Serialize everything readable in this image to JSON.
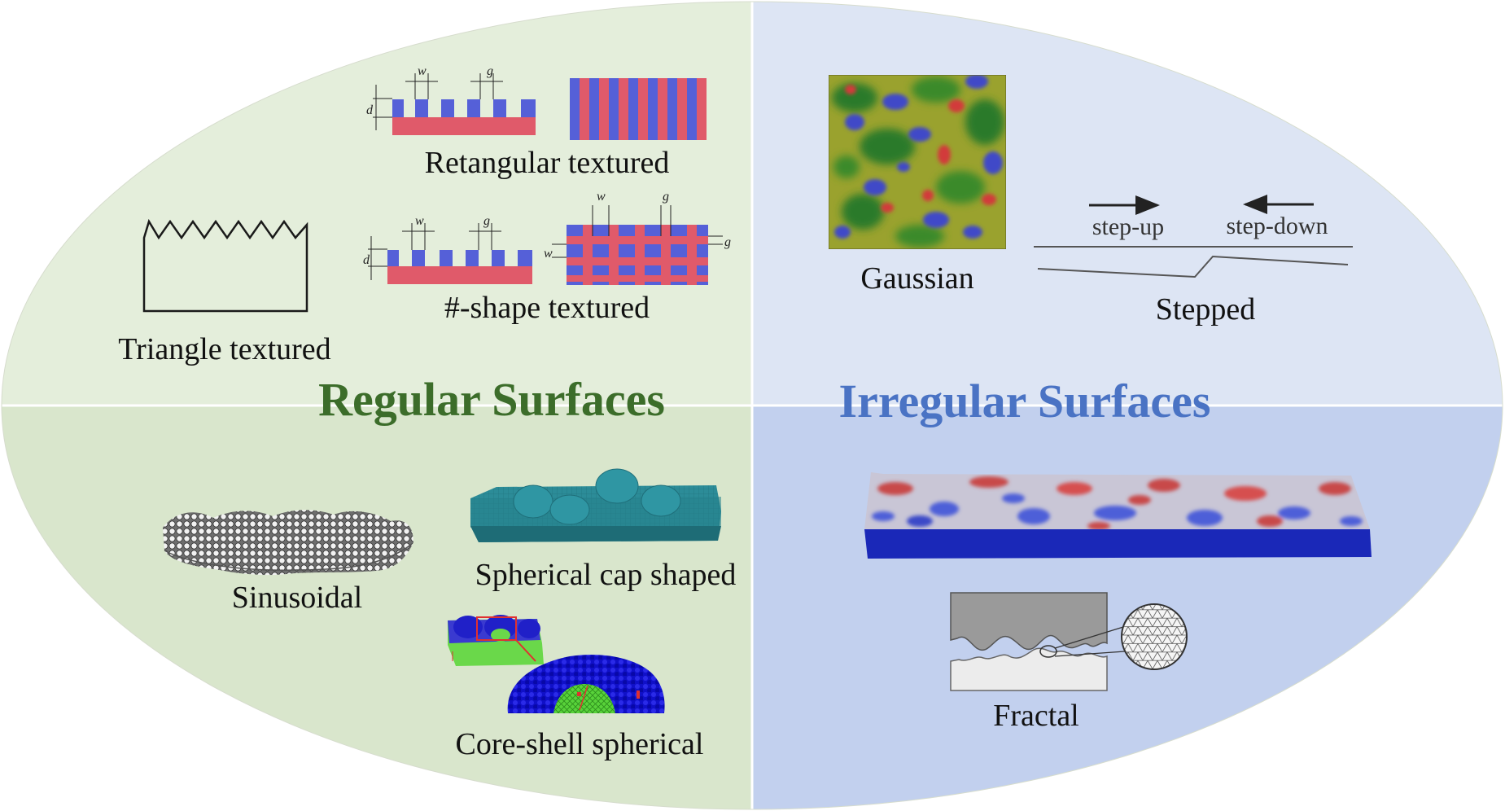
{
  "sections": {
    "regular": {
      "title": "Regular Surfaces"
    },
    "irregular": {
      "title": "Irregular Surfaces"
    }
  },
  "surfaces": {
    "rectangular": {
      "label": "Retangular textured"
    },
    "hash_shape": {
      "label": "#-shape textured"
    },
    "triangle": {
      "label": "Triangle textured"
    },
    "sinusoidal": {
      "label": "Sinusoidal"
    },
    "spherical_cap": {
      "label": "Spherical cap shaped"
    },
    "core_shell": {
      "label": "Core-shell spherical"
    },
    "gaussian": {
      "label": "Gaussian"
    },
    "stepped": {
      "label": "Stepped",
      "step_up": "step-up",
      "step_down": "step-down"
    },
    "fractal": {
      "label": "Fractal"
    }
  },
  "dimension_labels": {
    "w": "w",
    "g": "g",
    "d": "d"
  },
  "colors": {
    "regular_top": "#e4eedb",
    "regular_bottom": "#d9e6cc",
    "irregular_top": "#dde5f4",
    "irregular_bottom": "#c2d0ee",
    "texture_red": "#e05a6a",
    "texture_blue": "#5560d8",
    "regular_title": "#3c6d2a",
    "irregular_title": "#4a73c4"
  }
}
